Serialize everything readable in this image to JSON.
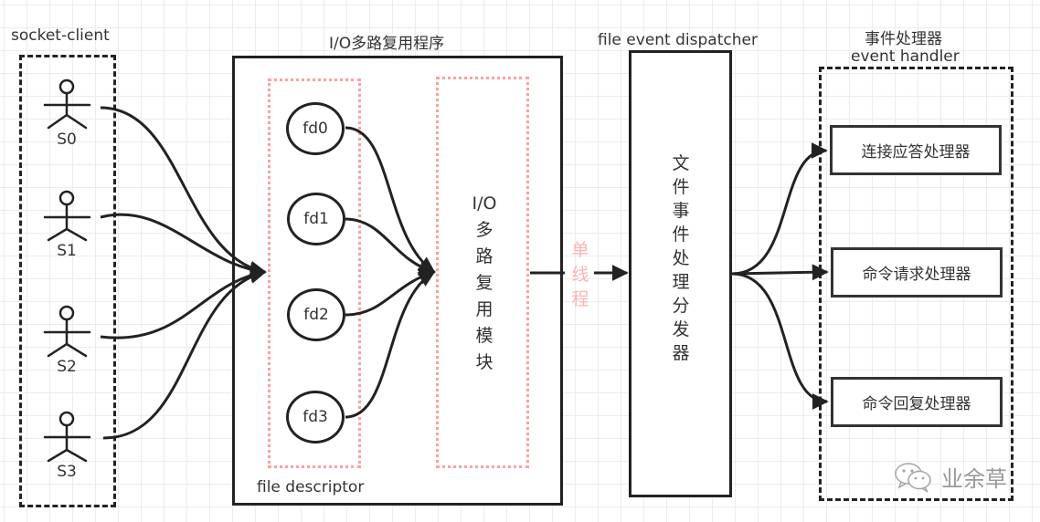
{
  "client_group": {
    "title": "socket-client",
    "actors": [
      {
        "label": "S0"
      },
      {
        "label": "S1"
      },
      {
        "label": "S2"
      },
      {
        "label": "S3"
      }
    ]
  },
  "io_program": {
    "title": "I/O多路复用程序",
    "fd_group_label": "file descriptor",
    "fds": [
      {
        "label": "fd0"
      },
      {
        "label": "fd1"
      },
      {
        "label": "fd2"
      },
      {
        "label": "fd3"
      }
    ],
    "module_label": "I/O\n多\n路\n复\n用\n模\n块"
  },
  "single_thread_label": "单\n线\n程",
  "dispatcher": {
    "title": "file event dispatcher",
    "label": "文\n件\n事\n件\n处\n理\n分\n发\n器"
  },
  "handler_group": {
    "title_cn": "事件处理器",
    "title_en": "event handler",
    "handlers": [
      {
        "label": "连接应答处理器"
      },
      {
        "label": "命令请求处理器"
      },
      {
        "label": "命令回复处理器"
      }
    ]
  },
  "watermark": {
    "text": "业余草",
    "icon": "wechat-icon"
  },
  "colors": {
    "stroke": "#222222",
    "dotted_accent": "#ff9f9f",
    "single_thread_text": "#ffb3b3",
    "grid": "#ececec"
  }
}
